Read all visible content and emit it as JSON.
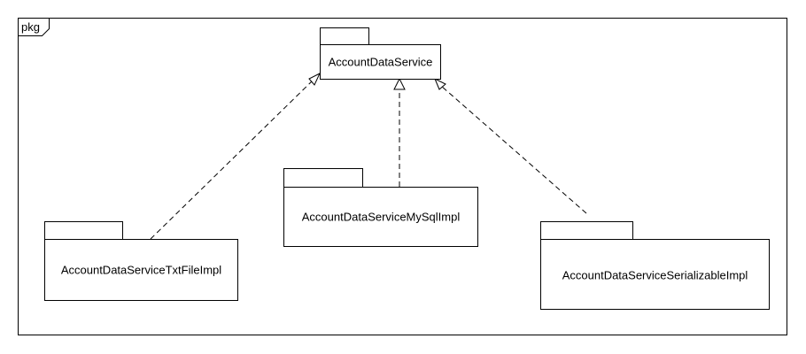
{
  "frame": {
    "label": "pkg"
  },
  "packages": {
    "service": {
      "name": "AccountDataService"
    },
    "txt": {
      "name": "AccountDataServiceTxtFileImpl"
    },
    "mysql": {
      "name": "AccountDataServiceMySqlImpl"
    },
    "serializable": {
      "name": "AccountDataServiceSerializableImpl"
    }
  },
  "relationships": [
    {
      "from": "AccountDataServiceTxtFileImpl",
      "to": "AccountDataService",
      "kind": "realization"
    },
    {
      "from": "AccountDataServiceMySqlImpl",
      "to": "AccountDataService",
      "kind": "realization"
    },
    {
      "from": "AccountDataServiceSerializableImpl",
      "to": "AccountDataService",
      "kind": "realization"
    }
  ]
}
